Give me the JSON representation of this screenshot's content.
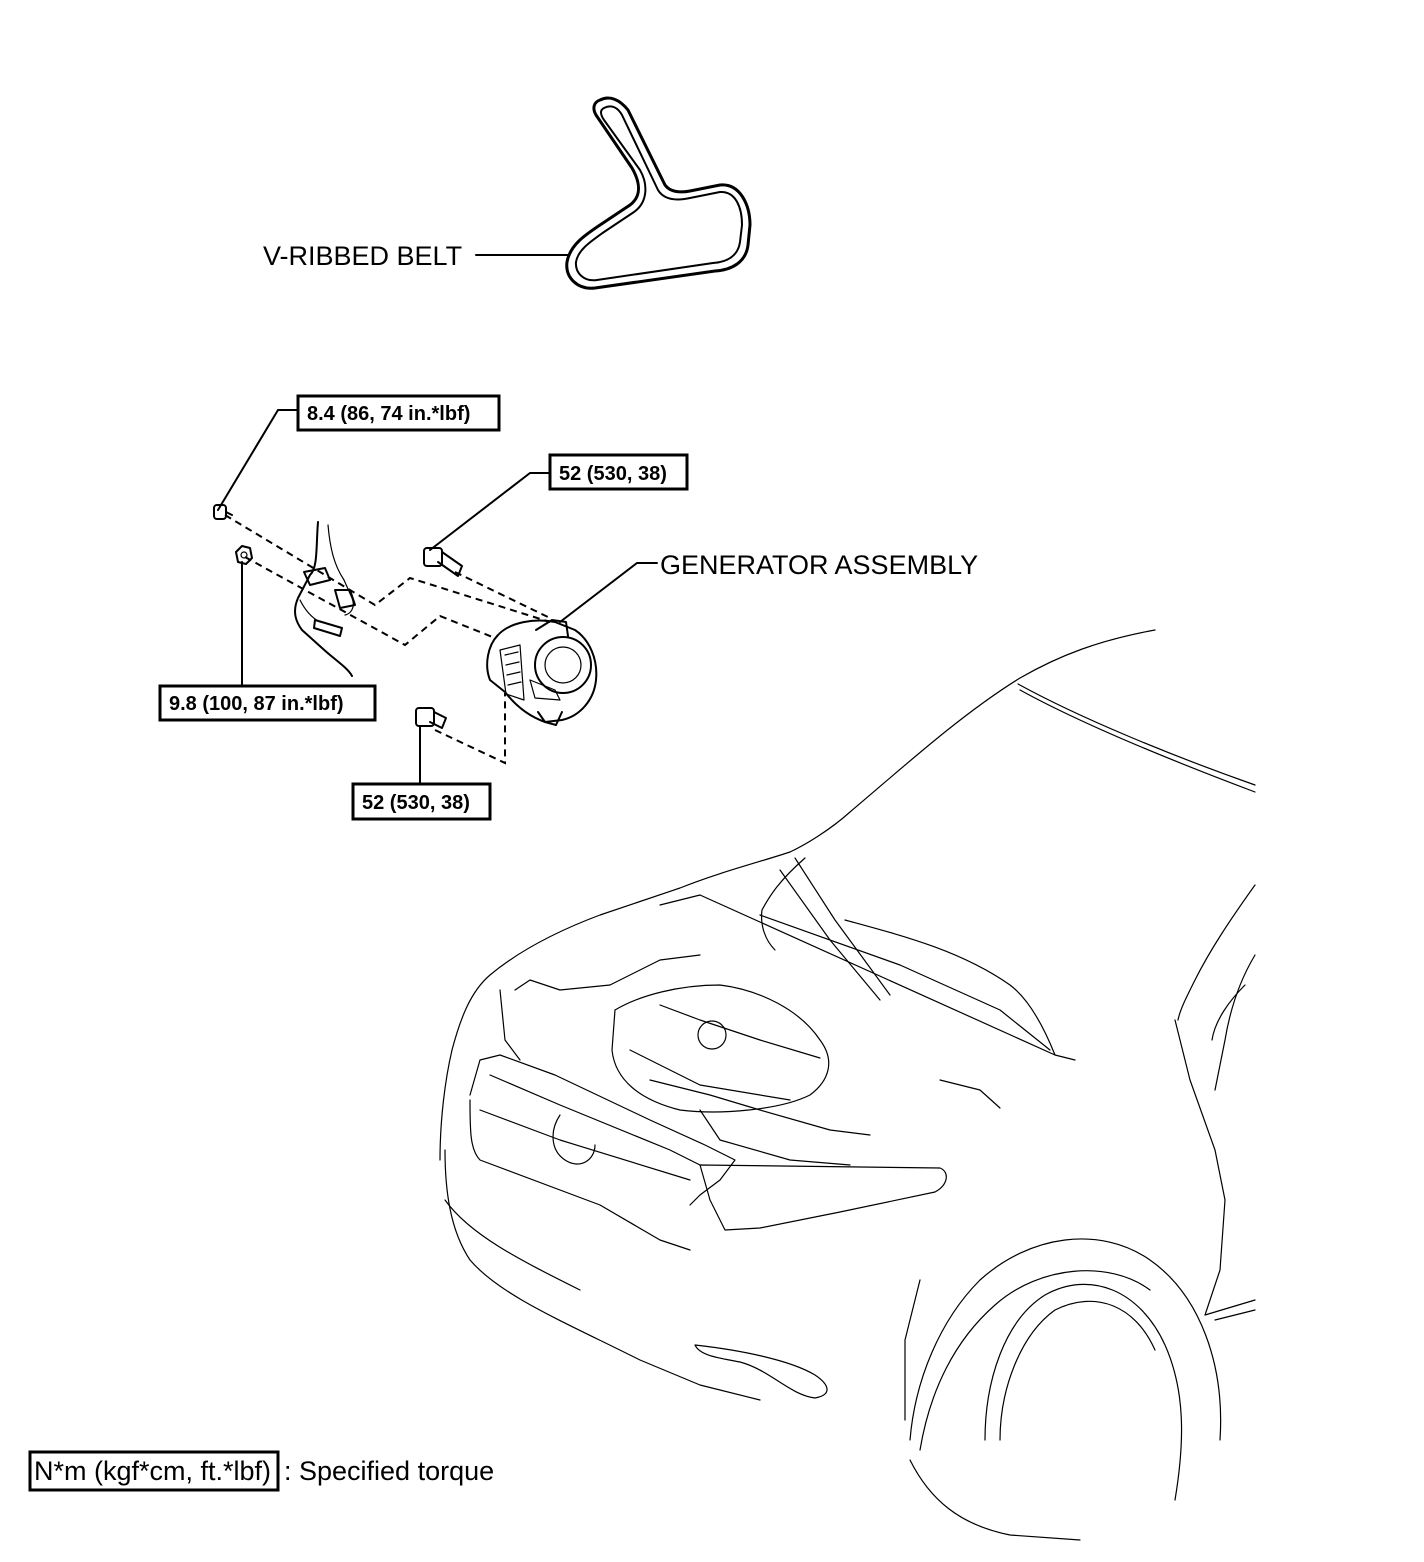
{
  "labels": {
    "belt": "V-RIBBED BELT",
    "generator": "GENERATOR ASSEMBLY"
  },
  "torques": {
    "top_bolt": "8.4 (86, 74 in.*lbf)",
    "upper_bolt": "52 (530, 38)",
    "nut": "9.8 (100, 87 in.*lbf)",
    "lower_bolt": "52 (530, 38)"
  },
  "legend": {
    "unit_box": "N*m (kgf*cm, ft.*lbf)",
    "description": ": Specified torque"
  }
}
